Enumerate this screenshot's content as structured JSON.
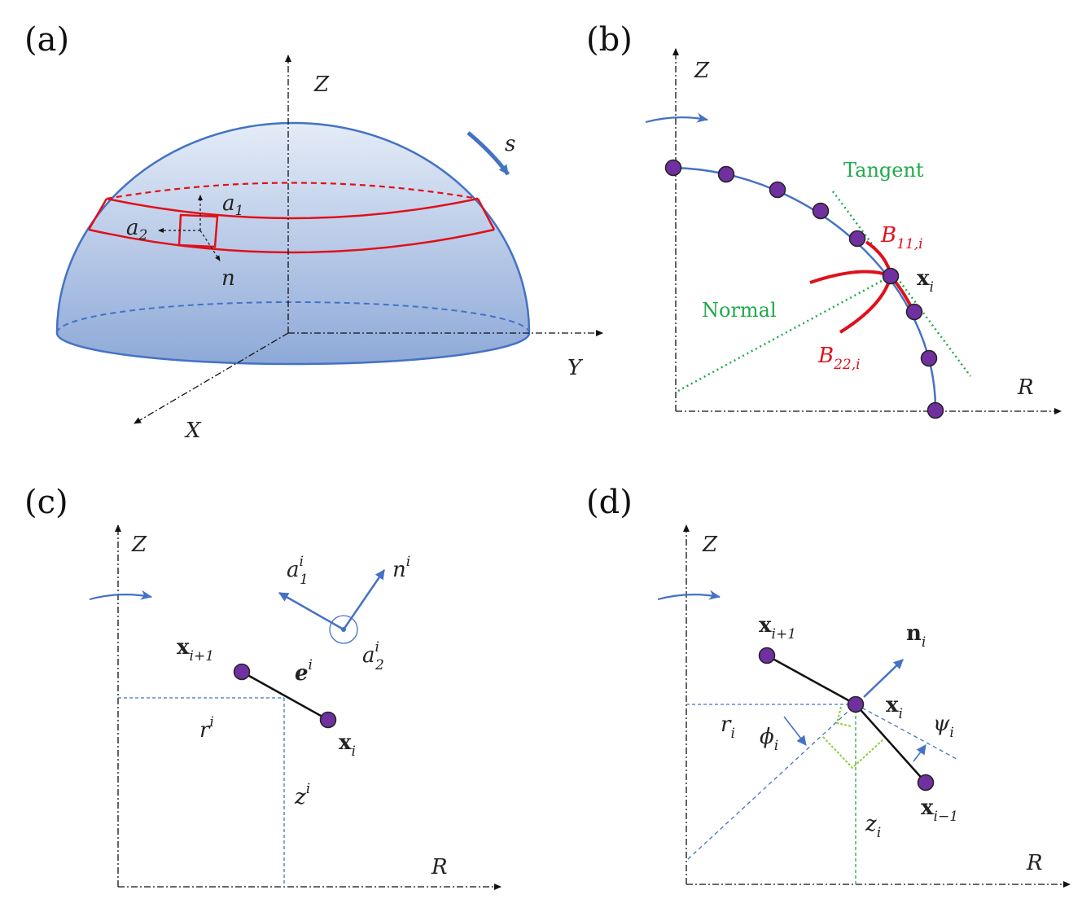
{
  "panels": {
    "a": {
      "label": "(a)",
      "axes": {
        "z": "Z",
        "y": "Y",
        "x": "X"
      },
      "s": "s",
      "a1": "a",
      "a1_sub": "1",
      "a2": "a",
      "a2_sub": "2",
      "n": "n"
    },
    "b": {
      "label": "(b)",
      "axes": {
        "z": "Z",
        "r": "R"
      },
      "tangent": "Tangent",
      "normal": "Normal",
      "b11": "B",
      "b11_sub": "11,i",
      "b22": "B",
      "b22_sub": "22,i",
      "xi": "x",
      "xi_sub": "i"
    },
    "c": {
      "label": "(c)",
      "axes": {
        "z": "Z",
        "r": "R"
      },
      "a1": "a",
      "a1_sup": "i",
      "a1_sub": "1",
      "n": "n",
      "n_sup": "i",
      "a2": "a",
      "a2_sup": "i",
      "a2_sub": "2",
      "x_next": "x",
      "x_next_sub": "i+1",
      "e": "e",
      "e_sup": "i",
      "r": "r",
      "r_sup": "i",
      "xi": "x",
      "xi_sub": "i",
      "z": "z",
      "z_sup": "i"
    },
    "d": {
      "label": "(d)",
      "axes": {
        "z": "Z",
        "r": "R"
      },
      "x_next": "x",
      "x_next_sub": "i+1",
      "n": "n",
      "n_sub": "i",
      "xi": "x",
      "xi_sub": "i",
      "r": "r",
      "r_sub": "i",
      "phi": "ϕ",
      "phi_sub": "i",
      "psi": "ψ",
      "psi_sub": "i",
      "x_prev": "x",
      "x_prev_sub": "i−1",
      "z": "z",
      "z_sub": "i"
    }
  },
  "colors": {
    "blue": "#4472c4",
    "red": "#e0101a",
    "green": "#1faa4b",
    "node": "#7030a0",
    "axis": "#111111"
  }
}
